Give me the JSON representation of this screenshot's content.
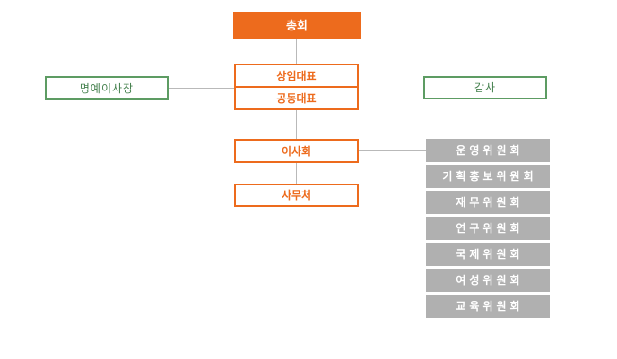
{
  "org": {
    "assembly": "총회",
    "reps": [
      "상임대표",
      "공동대표"
    ],
    "honorary": "명예이사장",
    "audit": "감사",
    "board": "이사회",
    "secretariat": "사무처",
    "committees": [
      "운영위원회",
      "기획홍보위원회",
      "재무위원회",
      "연구위원회",
      "국제위원회",
      "여성위원회",
      "교육위원회"
    ]
  },
  "colors": {
    "orange": "#ed6b1d",
    "green": "#5d9c63",
    "green-text": "#44804d",
    "gray": "#b0b0b0",
    "line": "#b9b9b9",
    "white": "#ffffff"
  }
}
